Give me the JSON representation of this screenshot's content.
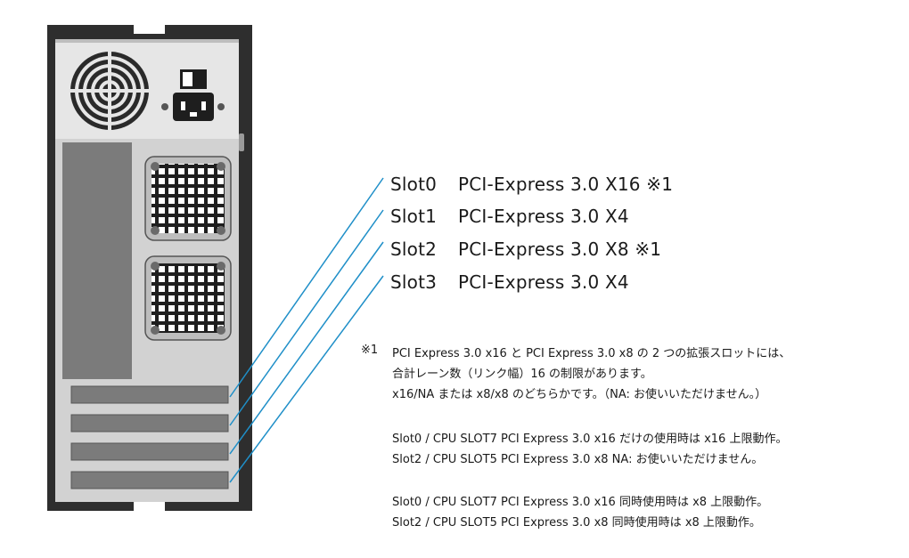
{
  "slots": [
    {
      "id": "Slot0",
      "spec": "PCI-Express 3.0 X16 ※1"
    },
    {
      "id": "Slot1",
      "spec": "PCI-Express 3.0 X4"
    },
    {
      "id": "Slot2",
      "spec": "PCI-Express 3.0 X8 ※1"
    },
    {
      "id": "Slot3",
      "spec": "PCI-Express 3.0 X4"
    }
  ],
  "notes": {
    "marker": "※1",
    "lines": [
      "PCI Express 3.0 x16 と PCI Express 3.0 x8 の 2 つの拡張スロットには、",
      "合計レーン数（リンク幅）16 の制限があります。",
      "x16/NA または x8/x8 のどちらかです。（NA: お使いいただけません。）",
      "Slot0 / CPU SLOT7 PCI Express 3.0 x16 だけの使用時は x16 上限動作。",
      "Slot2 / CPU SLOT5 PCI Express 3.0 x8 NA: お使いいただけません。",
      "Slot0 / CPU SLOT7 PCI Express 3.0 x16 同時使用時は x8 上限動作。",
      "Slot2 / CPU SLOT5 PCI Express 3.0 x8 同時使用時は x8 上限動作。"
    ]
  },
  "colors": {
    "leader_line": "#1f8fc8",
    "case_frame": "#2e2e2e",
    "case_panel": "#c9c9c9"
  }
}
